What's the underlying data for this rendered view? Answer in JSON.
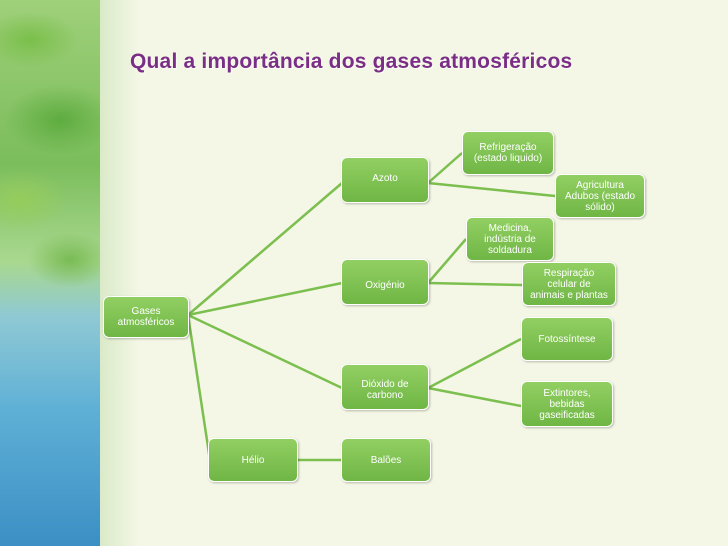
{
  "title": "Qual a importância dos gases atmosféricos",
  "nodes": {
    "root": [
      "Gases",
      "atmosféricos"
    ],
    "azoto": [
      "Azoto"
    ],
    "oxigenio": [
      "Oxigénio"
    ],
    "dioxido": [
      "Dióxido de",
      "carbono"
    ],
    "helio": [
      "Hélio"
    ],
    "refrigeracao": [
      "Refrigeração",
      "(estado liquido)"
    ],
    "agricultura": [
      "Agricultura",
      "Adubos (estado",
      "sólido)"
    ],
    "medicina": [
      "Medicina,",
      "indústria  de",
      "soldadura"
    ],
    "respiracao": [
      "Respiração",
      "celular de",
      "animais e plantas"
    ],
    "fotossintese": [
      "Fotossíntese"
    ],
    "extintores": [
      "Extintores,",
      "bebidas",
      "gaseificadas"
    ],
    "baloes": [
      "Balões"
    ]
  },
  "colors": {
    "title": "#7a2e86",
    "node_fill": "#7cbf4f",
    "connector": "#7cbf4f"
  }
}
